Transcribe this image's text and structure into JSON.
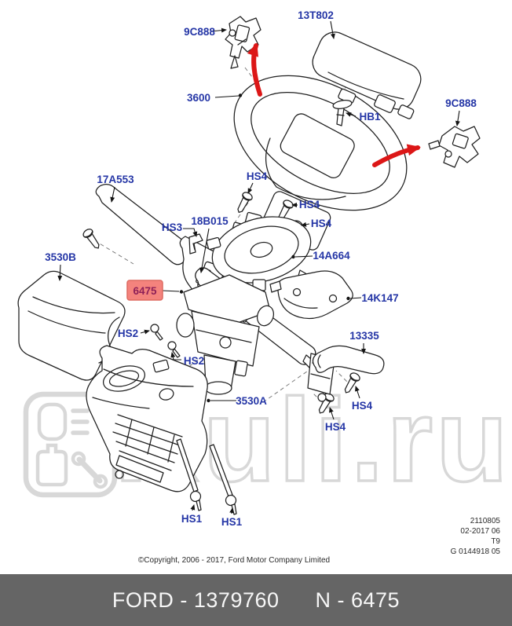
{
  "diagram": {
    "labels": [
      {
        "id": "9C888-top",
        "text": "9C888"
      },
      {
        "id": "13T802",
        "text": "13T802"
      },
      {
        "id": "3600",
        "text": "3600"
      },
      {
        "id": "HB1",
        "text": "HB1"
      },
      {
        "id": "9C888-right",
        "text": "9C888"
      },
      {
        "id": "17A553",
        "text": "17A553"
      },
      {
        "id": "HS4-1",
        "text": "HS4"
      },
      {
        "id": "HS3",
        "text": "HS3"
      },
      {
        "id": "18B015",
        "text": "18B015"
      },
      {
        "id": "HS4-2",
        "text": "HS4"
      },
      {
        "id": "HS4-3",
        "text": "HS4"
      },
      {
        "id": "14A664",
        "text": "14A664"
      },
      {
        "id": "3530B",
        "text": "3530B"
      },
      {
        "id": "6475",
        "text": "6475",
        "highlighted": true
      },
      {
        "id": "14K147",
        "text": "14K147"
      },
      {
        "id": "HS2-1",
        "text": "HS2"
      },
      {
        "id": "HS2-2",
        "text": "HS2"
      },
      {
        "id": "13335",
        "text": "13335"
      },
      {
        "id": "3530A",
        "text": "3530A"
      },
      {
        "id": "HS4-4",
        "text": "HS4"
      },
      {
        "id": "HS4-5",
        "text": "HS4"
      },
      {
        "id": "HS1-1",
        "text": "HS1"
      },
      {
        "id": "HS1-2",
        "text": "HS1"
      }
    ]
  },
  "watermark": {
    "text": "Ruli.ru"
  },
  "footer": {
    "codes": [
      "2110805",
      "02-2017 06",
      "T9",
      "G 0144918 05"
    ],
    "copyright": "©Copyright, 2006 - 2017, Ford Motor Company Limited",
    "brand_code": "FORD - 1379760",
    "part_code": "N - 6475"
  },
  "colors": {
    "label_blue": "#2536a6",
    "highlight_bg": "#f4837d",
    "highlight_border": "#dd6a60",
    "highlight_text": "#8e2058",
    "arrow_red": "#dc1717",
    "footer_bar": "#656565",
    "watermark_gray": "#d8d8d8"
  }
}
